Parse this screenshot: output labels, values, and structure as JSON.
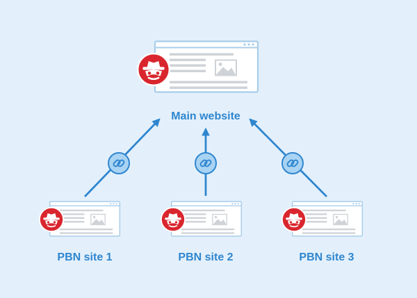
{
  "colors": {
    "background": "#e3f0fb",
    "accent": "#2f86cf",
    "window_border": "#a9cdea",
    "window_bg": "#ffffff",
    "window_lines": "#cfd3d7",
    "link_circle": "#a9d3f3",
    "hacker_badge": "#d9262e"
  },
  "main_site": {
    "label": "Main website"
  },
  "pbn_sites": [
    {
      "label": "PBN site 1"
    },
    {
      "label": "PBN site 2"
    },
    {
      "label": "PBN site 3"
    }
  ],
  "icons": {
    "badge": "hacker-incognito-icon",
    "link": "chain-link-icon",
    "image": "image-placeholder-icon"
  }
}
